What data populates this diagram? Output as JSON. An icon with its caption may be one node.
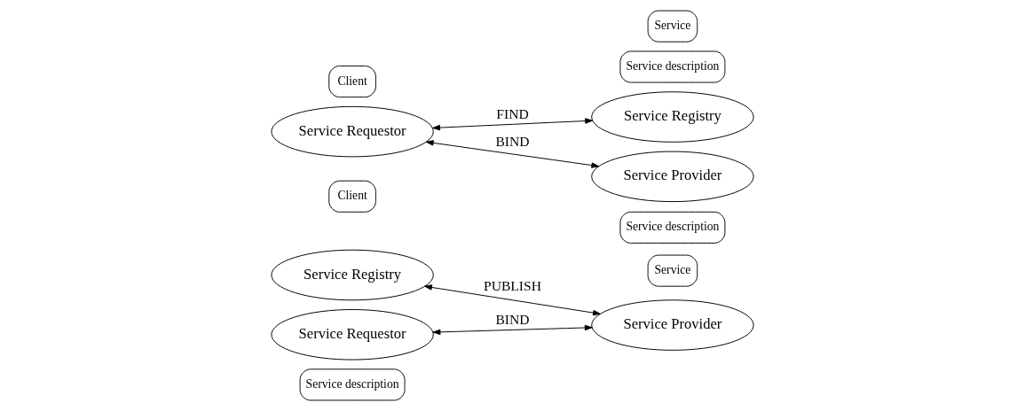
{
  "diagram": {
    "nodes": [
      {
        "text": [
          "Service description"
        ]
      },
      {
        "text": [
          "Service Registry"
        ]
      },
      {
        "text": [
          "Service"
        ]
      },
      {
        "text": [
          "Client"
        ]
      },
      {
        "text": [
          "Service Provider"
        ]
      },
      {
        "text": [
          "Service Requestor"
        ]
      },
      {
        "text": [
          "Service description"
        ]
      },
      {
        "text": [
          "Service Registry"
        ]
      },
      {
        "text": [
          "Service description"
        ]
      },
      {
        "text": [
          "Client"
        ]
      },
      {
        "text": [
          "Service Requestor"
        ]
      },
      {
        "text": [
          "Service Provider"
        ]
      },
      {
        "text": [
          "Service"
        ]
      }
    ],
    "edges": [
      {
        "from": 1,
        "to": 4,
        "arrow": "both",
        "label": "PUBLISH"
      },
      {
        "from": 5,
        "to": 4,
        "arrow": "both",
        "label": "BIND"
      },
      {
        "from": 10,
        "to": 7,
        "arrow": "both",
        "label": "FIND"
      },
      {
        "from": 10,
        "to": 11,
        "arrow": "both",
        "label": "BIND"
      }
    ]
  }
}
